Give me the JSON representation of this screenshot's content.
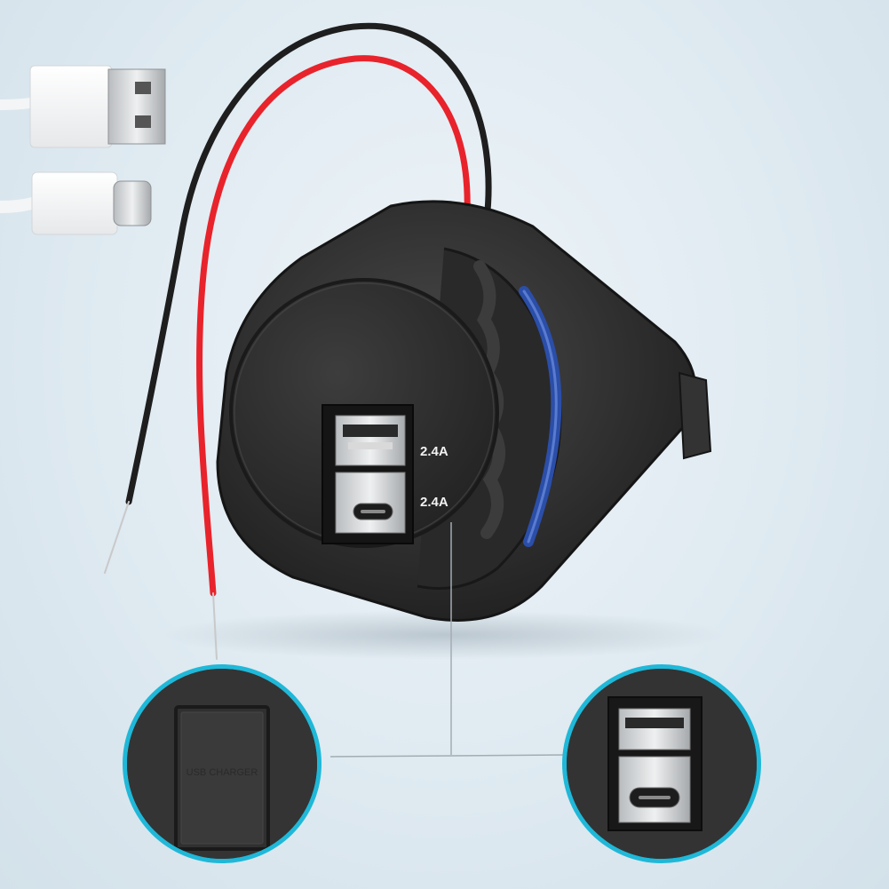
{
  "product": {
    "usb_a_rating": "2.4A",
    "usb_c_rating": "2.4A",
    "cover_engraving": "USB CHARGER"
  },
  "colors": {
    "background": "#dfeaf1",
    "body": "#2c2c2c",
    "wire_red": "#e8232b",
    "wire_black": "#1e1e1e",
    "led_ring": "#2b4ea8",
    "inset_ring": "#1fb8d8"
  },
  "icons": [
    "usb-a-plug-icon",
    "usb-c-plug-icon"
  ]
}
